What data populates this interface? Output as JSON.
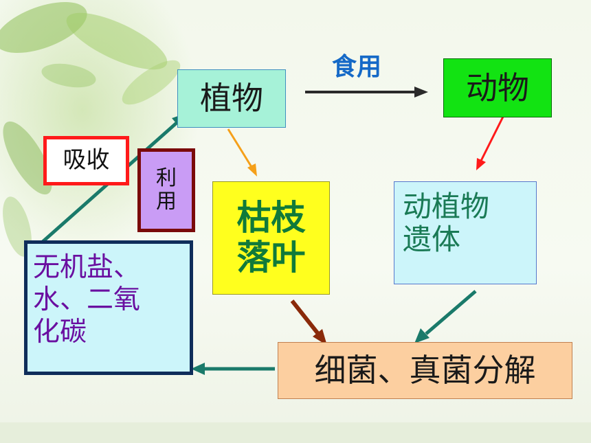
{
  "nodes": {
    "plant": "植物",
    "animal": "动物",
    "fallen_leaves": "枯枝\n落叶",
    "remains": "动植物\n遗体",
    "inorganic": "无机盐、\n水、二氧\n化碳",
    "decompose": "细菌、真菌分解"
  },
  "labels": {
    "eat": "食用",
    "absorb": "吸收",
    "use": "利\n用"
  },
  "colors": {
    "eat_label": "#1569c7",
    "arrow_black": "#2a2a2a",
    "arrow_orange": "#f5a01a",
    "arrow_red": "#ff1a1a",
    "arrow_brown": "#8a2a0a",
    "arrow_teal": "#1a7a6a"
  }
}
